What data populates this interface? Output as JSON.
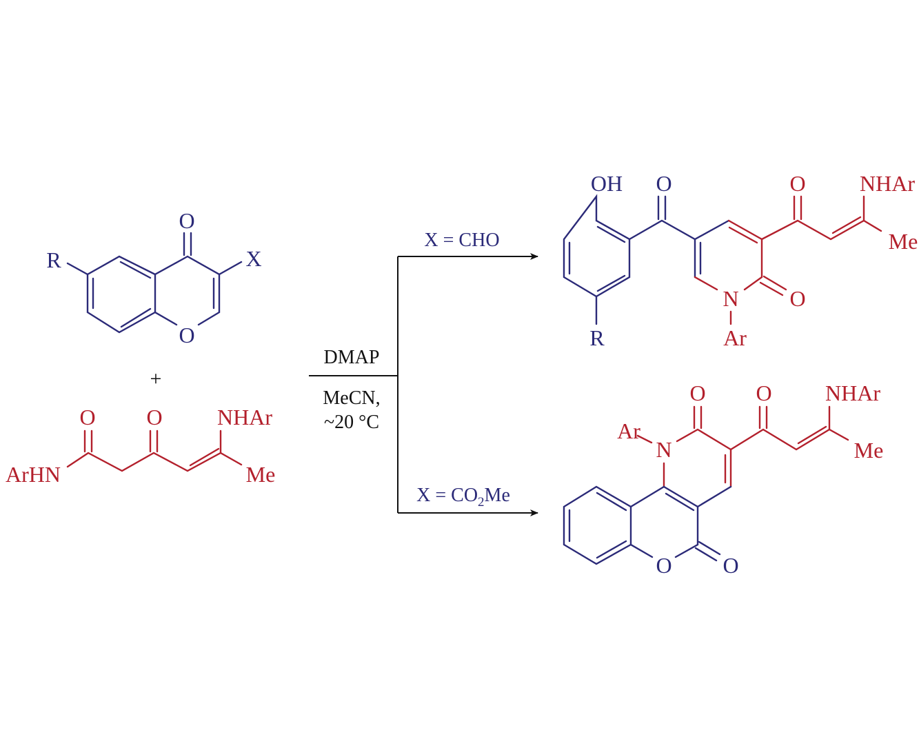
{
  "colors": {
    "chromone_fragment": "#2b2a78",
    "enaminone_fragment": "#b3202c",
    "arrow": "#111111"
  },
  "reactant1": {
    "carbonyl_O": "O",
    "substituent_X": "X",
    "substituent_R": "R",
    "ring_O": "O"
  },
  "plus": "+",
  "reactant2": {
    "amide_O": "O",
    "keto_O": "O",
    "amine": "NHAr",
    "amide_N": "ArHN",
    "methyl": "Me"
  },
  "conditions": {
    "reagent": "DMAP",
    "solvent": "MeCN,",
    "temperature": "~20 °C"
  },
  "branch_top": {
    "label": "X = CHO"
  },
  "branch_bottom": {
    "label_prefix": "X = CO",
    "label_sub": "2",
    "label_suffix": "Me"
  },
  "product1": {
    "hydroxyl": "OH",
    "ketone_O": "O",
    "substituent_R": "R",
    "side_O": "O",
    "amine": "NHAr",
    "methyl": "Me",
    "ring_N": "N",
    "pyridone_O": "O",
    "aryl": "Ar"
  },
  "product2": {
    "aryl": "Ar",
    "ring_N": "N",
    "pyridone_O": "O",
    "side_O": "O",
    "amine": "NHAr",
    "methyl": "Me",
    "ring_O": "O",
    "lactone_O": "O"
  }
}
